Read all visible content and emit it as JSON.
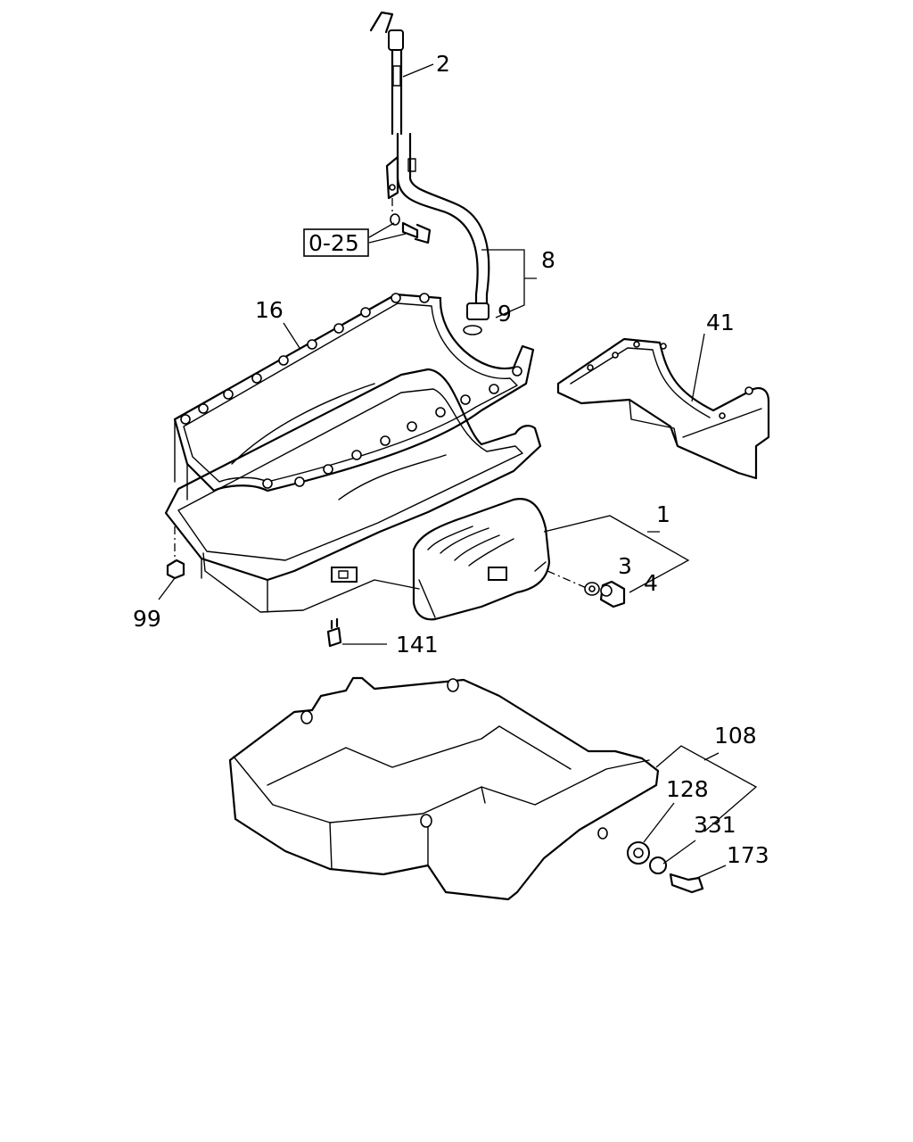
{
  "labels": {
    "p1": "1",
    "p2": "2",
    "p3": "3",
    "p4": "4",
    "p8": "8",
    "p9": "9",
    "p16": "16",
    "p41": "41",
    "p99": "99",
    "p108": "108",
    "p128": "128",
    "p141": "141",
    "p173": "173",
    "p331": "331",
    "ref": "0-25"
  },
  "colors": {
    "line": "#000000",
    "background": "#ffffff"
  }
}
